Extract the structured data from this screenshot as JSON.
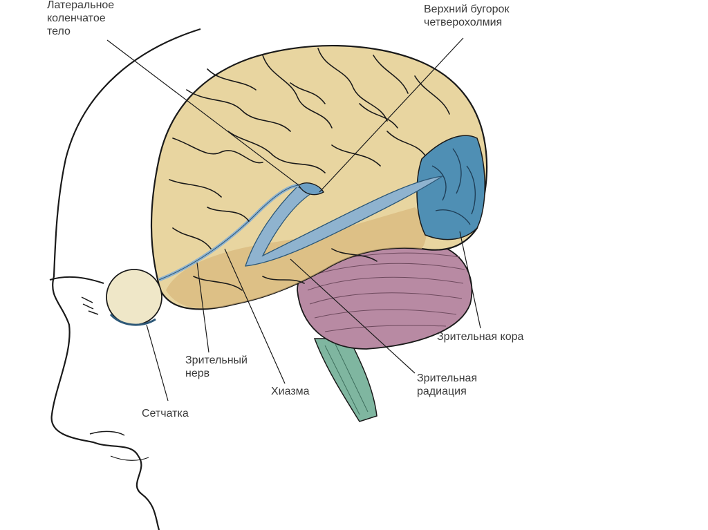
{
  "labels": {
    "lgn": [
      "Латеральное",
      "коленчатое",
      "тело"
    ],
    "superior_colliculus": [
      "Верхний бугорок",
      "четверохолмия"
    ],
    "visual_cortex": [
      "Зрительная кора"
    ],
    "optic_nerve": [
      "Зрительный",
      "нерв"
    ],
    "chiasm": [
      "Хиазма"
    ],
    "optic_radiation": [
      "Зрительная",
      "радиация"
    ],
    "retina": [
      "Сетчатка"
    ]
  },
  "colors": {
    "cortex": "#e8d5a0",
    "cortex_shade": "#d9b77a",
    "visual_cortex": "#4f8fb4",
    "visual_pathway": "#8fb3cf",
    "cerebellum": "#b88aa3",
    "brainstem": "#7fb6a0",
    "eye": "#efe7c8",
    "outline": "#1a1a1a"
  }
}
